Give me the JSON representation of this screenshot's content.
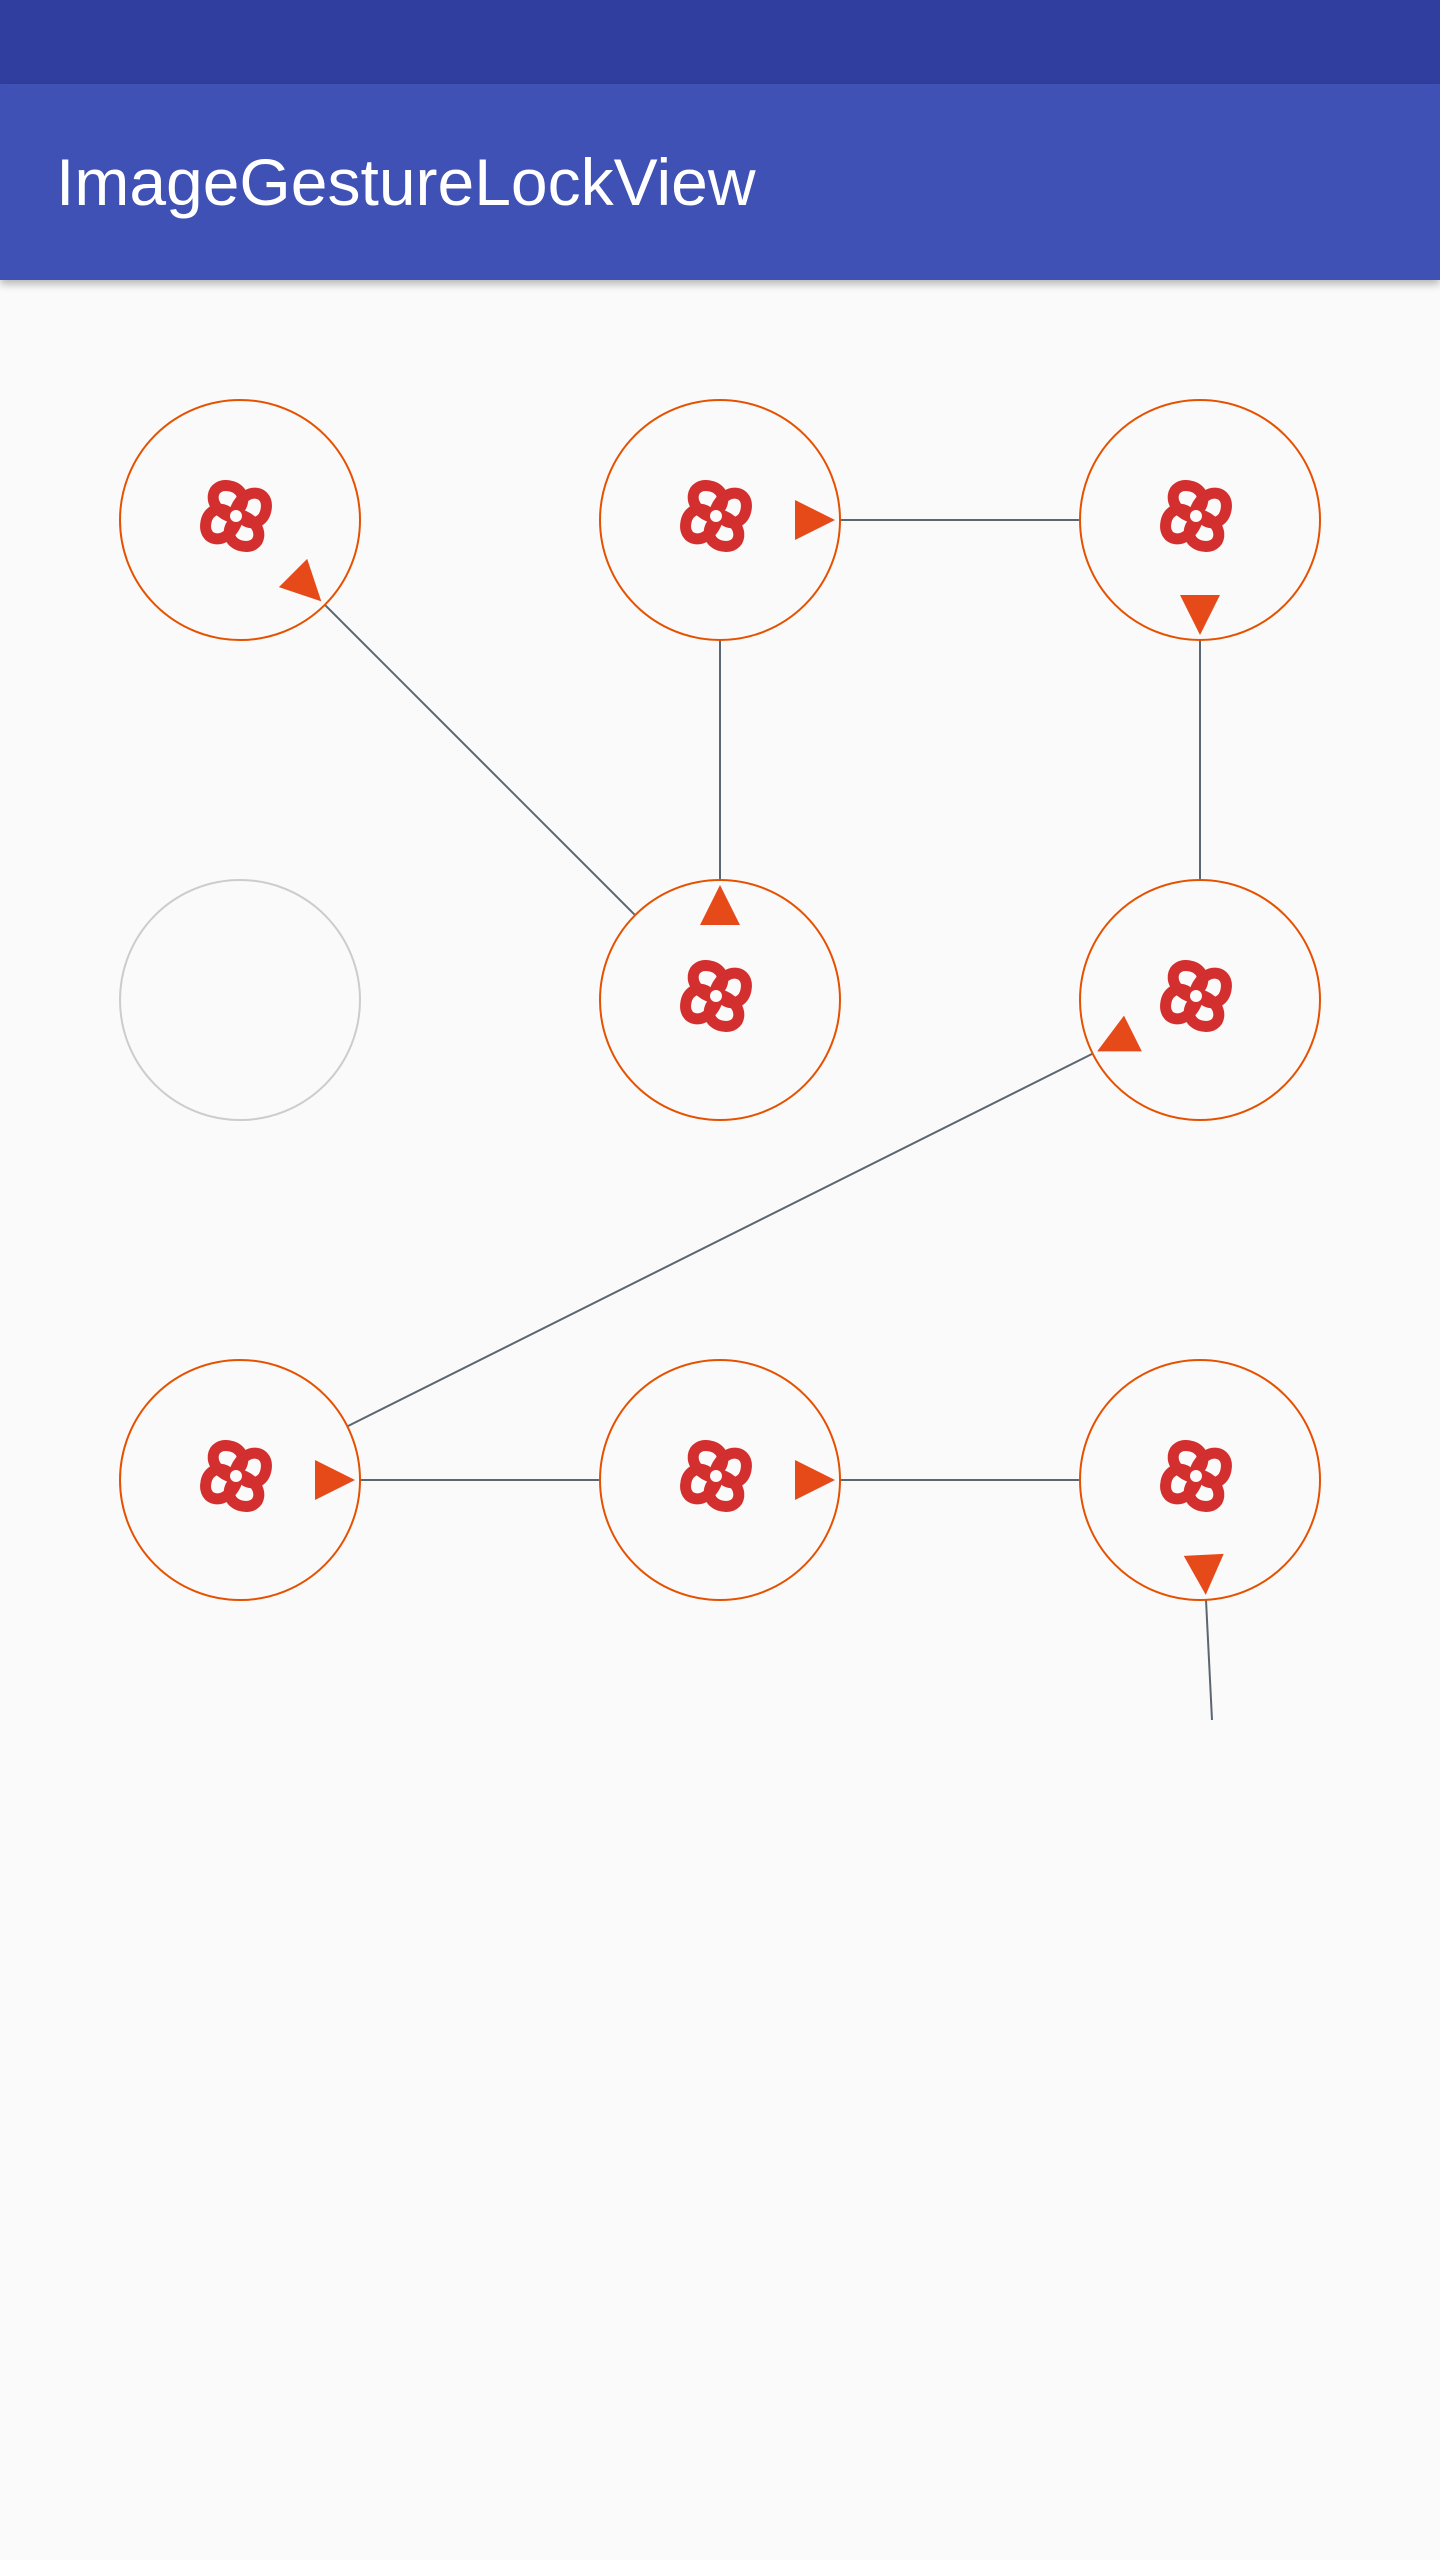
{
  "app_bar": {
    "title": "ImageGestureLockView"
  },
  "colors": {
    "status_bar": "#303f9f",
    "app_bar": "#3f51b5",
    "background": "#fafafa",
    "selected_ring": "#e65100",
    "unselected_ring": "#cccccc",
    "arrow": "#e64a19",
    "line": "#5c6670",
    "icon": "#d32f2f"
  },
  "gesture_lock": {
    "grid_size": 3,
    "nodes": [
      {
        "index": 1,
        "row": 0,
        "col": 0,
        "selected": true,
        "icon": "knot-logo-icon",
        "arrow_toward": 5
      },
      {
        "index": 2,
        "row": 0,
        "col": 1,
        "selected": true,
        "icon": "knot-logo-icon",
        "arrow_toward": 3
      },
      {
        "index": 3,
        "row": 0,
        "col": 2,
        "selected": true,
        "icon": "knot-logo-icon",
        "arrow_toward": 6
      },
      {
        "index": 4,
        "row": 1,
        "col": 0,
        "selected": false,
        "icon": null,
        "arrow_toward": null
      },
      {
        "index": 5,
        "row": 1,
        "col": 1,
        "selected": true,
        "icon": "knot-logo-icon",
        "arrow_toward": 2
      },
      {
        "index": 6,
        "row": 1,
        "col": 2,
        "selected": true,
        "icon": "knot-logo-icon",
        "arrow_toward": 7
      },
      {
        "index": 7,
        "row": 2,
        "col": 0,
        "selected": true,
        "icon": "knot-logo-icon",
        "arrow_toward": 8
      },
      {
        "index": 8,
        "row": 2,
        "col": 1,
        "selected": true,
        "icon": "knot-logo-icon",
        "arrow_toward": 9
      },
      {
        "index": 9,
        "row": 2,
        "col": 2,
        "selected": true,
        "icon": "knot-logo-icon",
        "arrow_toward": "trailing"
      }
    ],
    "path": [
      1,
      5,
      2,
      3,
      6,
      7,
      8,
      9
    ],
    "trailing_line": true
  }
}
